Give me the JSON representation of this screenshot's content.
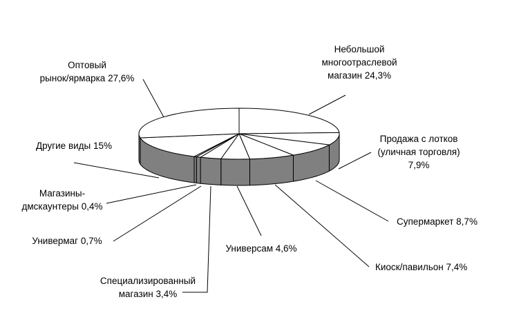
{
  "chart_data": {
    "type": "pie",
    "title": "",
    "style": "3d-exploded-perspective",
    "colors": {
      "top": "#ffffff",
      "side": "#808080",
      "outline": "#000000"
    },
    "slices": [
      {
        "name": "Небольшой многоотраслевой магазин",
        "value": 24.3,
        "label_lines": [
          "Небольшой",
          "многоотраслевой",
          "магазин 24,3%"
        ]
      },
      {
        "name": "Продажа с лотков (уличная торговля)",
        "value": 7.9,
        "label_lines": [
          "Продажа с лотков",
          "(уличная торговля)",
          "7,9%"
        ]
      },
      {
        "name": "Супермаркет",
        "value": 8.7,
        "label_lines": [
          "Супермаркет 8,7%"
        ]
      },
      {
        "name": "Киоск/павильон",
        "value": 7.4,
        "label_lines": [
          "Киоск/павильон 7,4%"
        ]
      },
      {
        "name": "Универсам",
        "value": 4.6,
        "label_lines": [
          "Универсам 4,6%"
        ]
      },
      {
        "name": "Специализированный магазин",
        "value": 3.4,
        "label_lines": [
          "Специализированный",
          "магазин 3,4%"
        ]
      },
      {
        "name": "Универмаг",
        "value": 0.7,
        "label_lines": [
          "Универмаг 0,7%"
        ]
      },
      {
        "name": "Магазины-дмскаунтеры",
        "value": 0.4,
        "label_lines": [
          "Магазины-",
          "дмскаунтеры 0,4%"
        ]
      },
      {
        "name": "Другие виды",
        "value": 15,
        "label_lines": [
          "Другие виды 15%"
        ]
      },
      {
        "name": "Оптовый рынок/ярмарка",
        "value": 27.6,
        "label_lines": [
          "Оптовый",
          "рынок/ярмарка 27,6%"
        ]
      }
    ]
  }
}
